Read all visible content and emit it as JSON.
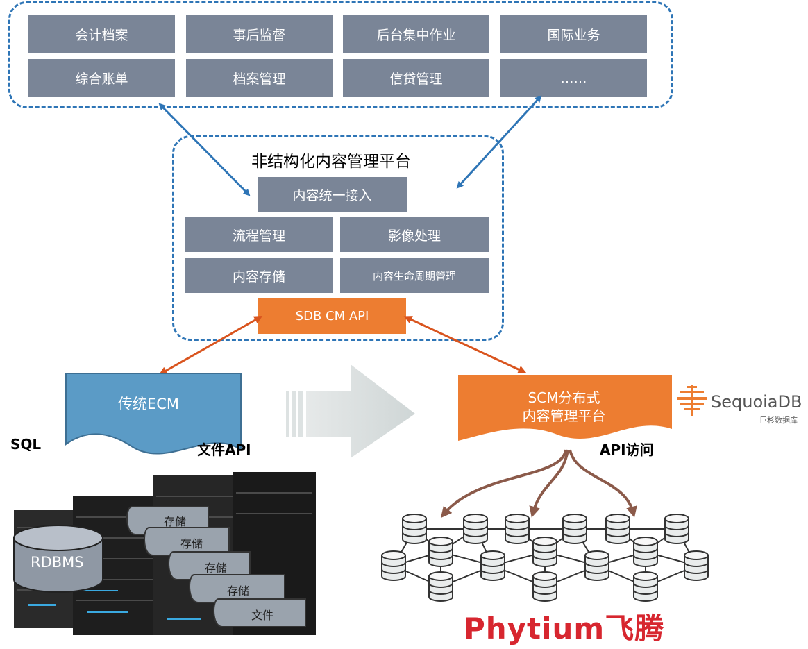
{
  "business": [
    "会计档案",
    "事后监督",
    "后台集中作业",
    "国际业务",
    "综合账单",
    "档案管理",
    "信贷管理",
    "……"
  ],
  "platform": {
    "title": "非结构化内容管理平台",
    "access": "内容统一接入",
    "modules": [
      "流程管理",
      "影像处理",
      "内容存储",
      "内容生命周期管理"
    ],
    "api": "SDB CM API"
  },
  "ecm": {
    "label": "传统ECM",
    "sql": "SQL",
    "file_api": "文件API"
  },
  "scm": {
    "line1": "SCM分布式",
    "line2": "内容管理平台",
    "api_access": "API访问"
  },
  "storage": {
    "rdbms": "RDBMS",
    "storage_labels": [
      "存储",
      "存储",
      "存储",
      "存储",
      "文件"
    ]
  },
  "brands": {
    "sequoia": "SequoiaDB",
    "sequoia_cn": "巨杉数据库",
    "phytium": "Phytium飞腾"
  },
  "colors": {
    "box": "#7a8597",
    "dash": "#2e75b6",
    "orange": "#ed7d31",
    "ecm": "#5b9bc6",
    "arrow_blue": "#2e75b6",
    "arrow_orange": "#d9541e",
    "brown": "#8b5a4a",
    "phytium": "#d7262f"
  }
}
